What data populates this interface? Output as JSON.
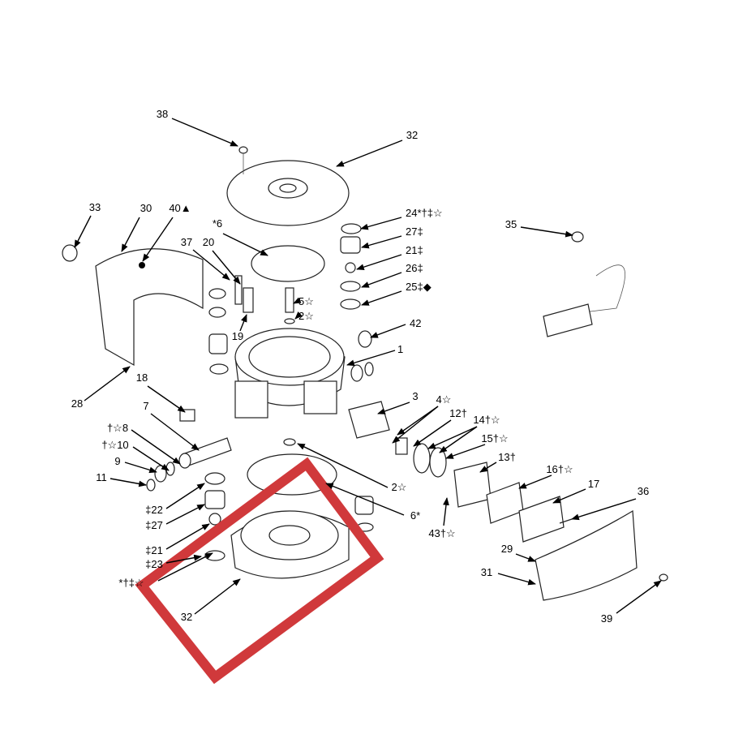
{
  "diagram": {
    "type": "exploded-parts-view",
    "highlight_color": "#d0393b",
    "highlighted_part": "32",
    "labels": [
      "38",
      "32",
      "33",
      "30",
      "40▲",
      "37",
      "20",
      "*6",
      "24*†‡☆",
      "27‡",
      "21‡",
      "26‡",
      "25‡◆",
      "35",
      "5☆",
      "2☆",
      "19",
      "42",
      "1",
      "18",
      "7",
      "3",
      "4☆",
      "12†",
      "14†☆",
      "15†☆",
      "13†",
      "16†☆",
      "17",
      "36",
      "2☆",
      "6*",
      "43†☆",
      "29",
      "31",
      "39",
      "28",
      "†☆8",
      "†☆10",
      "9",
      "11",
      "‡22",
      "‡27",
      "‡21",
      "‡23",
      "*†‡☆",
      "32"
    ]
  }
}
